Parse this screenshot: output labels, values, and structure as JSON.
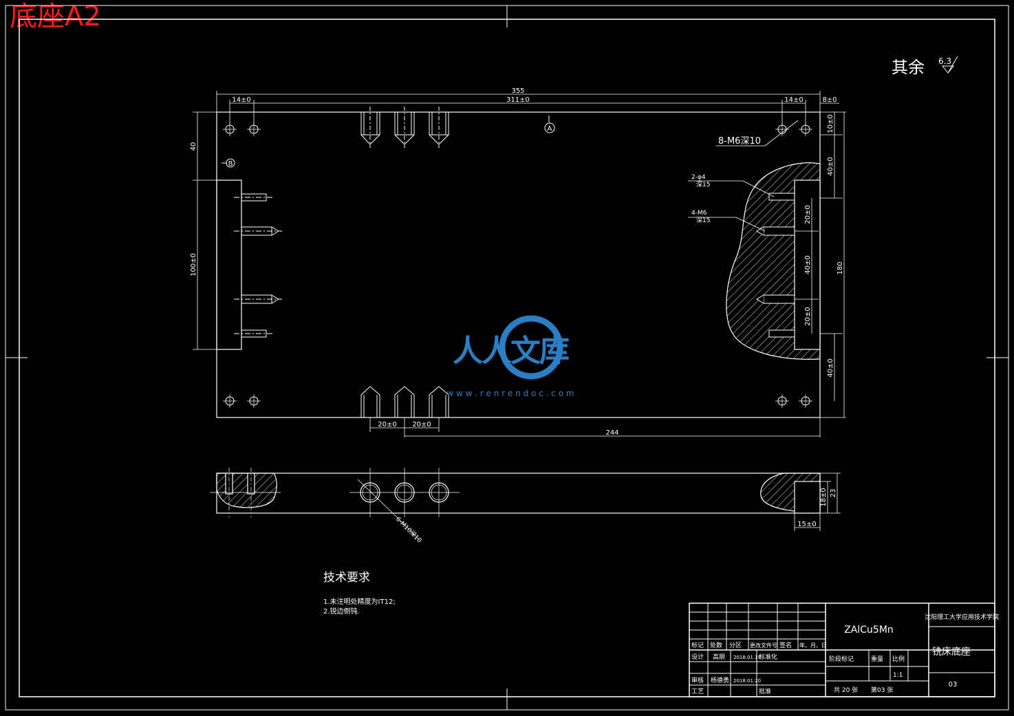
{
  "sheet_label": "底座A2",
  "roughness": {
    "prefix": "其余",
    "value": "6.3"
  },
  "datum": {
    "a": "A",
    "b": "B"
  },
  "dims_top": {
    "overall": "355",
    "d14_left": "14±0",
    "d311": "311±0",
    "d14_right": "14±0",
    "d8": "8±0",
    "d40_left": "40",
    "d100": "100±0",
    "d10": "10±0",
    "d40a": "40±0",
    "d20a": "20±0",
    "d40b": "40±0",
    "d20b": "20±0",
    "d40c": "40±0",
    "d180": "180",
    "d20_bottom1": "20±0",
    "d20_bottom2": "20±0",
    "d244": "244"
  },
  "callouts": {
    "m6_holes": "8-M6深10",
    "phi4_line1": "2-φ4",
    "phi4_line2": "深15",
    "m6_line1": "4-M6",
    "m6_line2": "深15",
    "side_holes": "6-M10深10"
  },
  "dims_side": {
    "d23": "23",
    "d18": "18±0",
    "d15": "15±0"
  },
  "tech_req": {
    "title": "技术要求",
    "items": [
      "1.未注明处精度为IT12;",
      "2.锐边倒钝."
    ]
  },
  "title_block": {
    "material": "ZAlCu5Mn",
    "school": "沈阳理工大学应用技术学院",
    "part_name": "铣床底座",
    "drawing_no": "03",
    "scale_label": "比例",
    "scale": "1:1",
    "stage_label": "阶段标记",
    "weight_label": "重量",
    "header_cells": [
      "标记",
      "处数",
      "分区",
      "更改文件号",
      "签名",
      "年、月、日"
    ],
    "design_label": "设计",
    "designer": "高朋",
    "design_date": "2018.01.19",
    "std_label": "标准化",
    "review_label": "审核",
    "reviewer": "杨德勇",
    "review_date": "2018.01.20",
    "process_label": "工艺",
    "approve_label": "批准",
    "total_sheets": "共 20 张",
    "sheet_no": "第03 张"
  },
  "watermark": {
    "brand": "人人文库",
    "url": "w w w . r e n r e n d o c . c o m"
  }
}
